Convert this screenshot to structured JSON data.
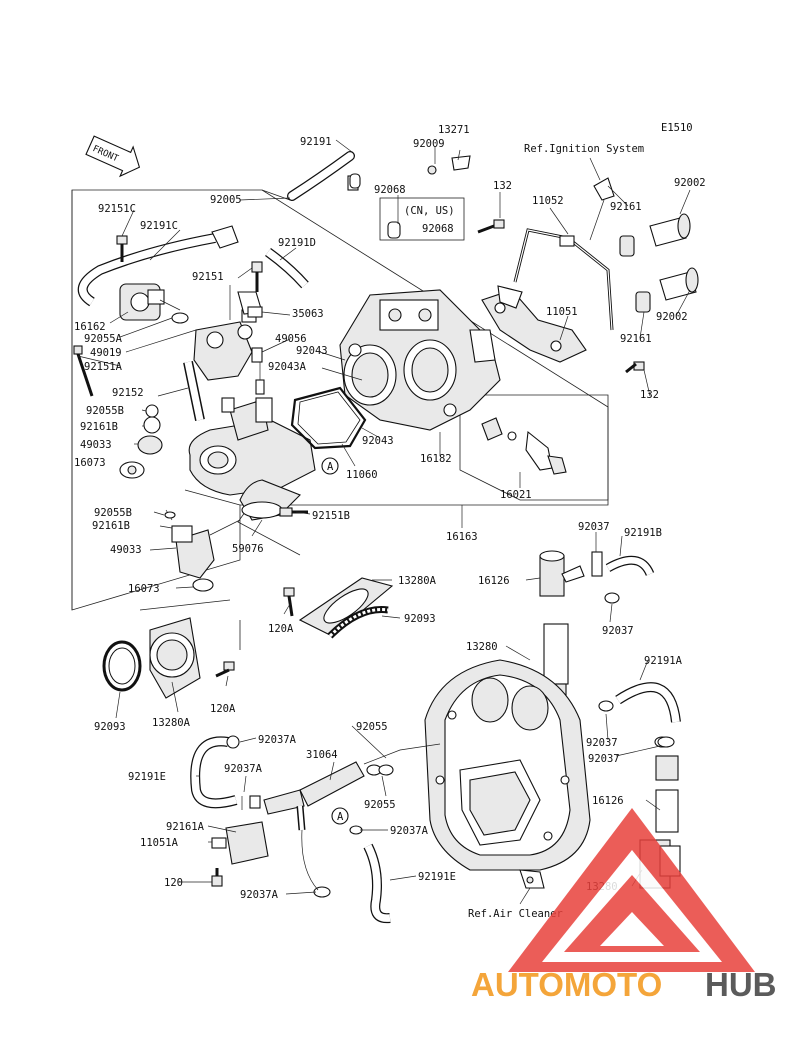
{
  "diagram_code": "E1510",
  "front_marker": "FRONT",
  "callouts": [
    {
      "id": "c1",
      "text": "92191"
    },
    {
      "id": "c2",
      "text": "13271"
    },
    {
      "id": "c3",
      "text": "92009"
    },
    {
      "id": "c4",
      "text": "92068"
    },
    {
      "id": "c5",
      "text": "(CN, US)"
    },
    {
      "id": "c6",
      "text": "92068"
    },
    {
      "id": "c7",
      "text": "132"
    },
    {
      "id": "c8",
      "text": "11052"
    },
    {
      "id": "c9",
      "text": "92161"
    },
    {
      "id": "c10",
      "text": "92002"
    },
    {
      "id": "c11",
      "text": "92005"
    },
    {
      "id": "c12",
      "text": "92151C"
    },
    {
      "id": "c13",
      "text": "92191C"
    },
    {
      "id": "c14",
      "text": "92191D"
    },
    {
      "id": "c15",
      "text": "92151"
    },
    {
      "id": "c16",
      "text": "35063"
    },
    {
      "id": "c17",
      "text": "49056"
    },
    {
      "id": "c18",
      "text": "16162"
    },
    {
      "id": "c19",
      "text": "92055A"
    },
    {
      "id": "c20",
      "text": "49019"
    },
    {
      "id": "c21",
      "text": "92151A"
    },
    {
      "id": "c22",
      "text": "92043"
    },
    {
      "id": "c23",
      "text": "92043A"
    },
    {
      "id": "c24",
      "text": "11051"
    },
    {
      "id": "c25",
      "text": "92002"
    },
    {
      "id": "c26",
      "text": "92161"
    },
    {
      "id": "c27",
      "text": "132"
    },
    {
      "id": "c28",
      "text": "92152"
    },
    {
      "id": "c29",
      "text": "92055B"
    },
    {
      "id": "c30",
      "text": "92161B"
    },
    {
      "id": "c31",
      "text": "49033"
    },
    {
      "id": "c32",
      "text": "16073"
    },
    {
      "id": "c33",
      "text": "92043"
    },
    {
      "id": "c34",
      "text": "11060"
    },
    {
      "id": "c35",
      "text": "16182"
    },
    {
      "id": "c36",
      "text": "16021"
    },
    {
      "id": "c37",
      "text": "92055B"
    },
    {
      "id": "c38",
      "text": "92161B"
    },
    {
      "id": "c39",
      "text": "92151B"
    },
    {
      "id": "c40",
      "text": "16163"
    },
    {
      "id": "c41",
      "text": "49033"
    },
    {
      "id": "c42",
      "text": "59076"
    },
    {
      "id": "c43",
      "text": "92037"
    },
    {
      "id": "c44",
      "text": "92191B"
    },
    {
      "id": "c45",
      "text": "16126"
    },
    {
      "id": "c46",
      "text": "16073"
    },
    {
      "id": "c47",
      "text": "13280A"
    },
    {
      "id": "c48",
      "text": "92093"
    },
    {
      "id": "c49",
      "text": "120A"
    },
    {
      "id": "c50",
      "text": "92037"
    },
    {
      "id": "c51",
      "text": "13280"
    },
    {
      "id": "c52",
      "text": "92191A"
    },
    {
      "id": "c53",
      "text": "120A"
    },
    {
      "id": "c54",
      "text": "92093"
    },
    {
      "id": "c55",
      "text": "13280A"
    },
    {
      "id": "c56",
      "text": "92055"
    },
    {
      "id": "c57",
      "text": "92037A"
    },
    {
      "id": "c58",
      "text": "31064"
    },
    {
      "id": "c59",
      "text": "92037"
    },
    {
      "id": "c60",
      "text": "92037"
    },
    {
      "id": "c61",
      "text": "92191E"
    },
    {
      "id": "c62",
      "text": "92037A"
    },
    {
      "id": "c63",
      "text": "92055"
    },
    {
      "id": "c64",
      "text": "16126"
    },
    {
      "id": "c65",
      "text": "92161A"
    },
    {
      "id": "c66",
      "text": "92037A"
    },
    {
      "id": "c67",
      "text": "11051A"
    },
    {
      "id": "c68",
      "text": "92191E"
    },
    {
      "id": "c69",
      "text": "13280"
    },
    {
      "id": "c70",
      "text": "120"
    },
    {
      "id": "c71",
      "text": "92037A"
    }
  ],
  "references": [
    {
      "id": "r1",
      "text": "Ref.Ignition System"
    },
    {
      "id": "r2",
      "text": "Ref.Air Cleaner"
    }
  ],
  "connector_markers": [
    "A",
    "A"
  ],
  "watermark": {
    "part1": "AUTOMOTO",
    "part2": "HUB",
    "color1": "#f4a53a",
    "color2": "#5b5b5b",
    "triangle_color": "#e8413c"
  }
}
